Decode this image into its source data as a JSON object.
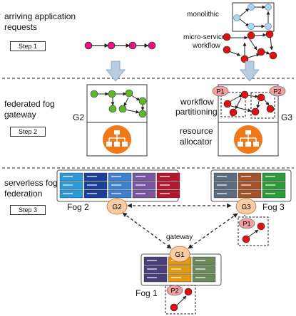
{
  "sections": {
    "s1": {
      "title": "arriving application requests",
      "title_line1": "arriving application",
      "title_line2": "requests",
      "step": "Step 1"
    },
    "s2": {
      "title_line1": "federated fog",
      "title_line2": "gateway",
      "step": "Step 2"
    },
    "s3": {
      "title_line1": "serverless fog",
      "title_line2": "federation",
      "step": "Step 3"
    }
  },
  "labels": {
    "monolithic": "monolithic",
    "micro_line1": "micro-service",
    "micro_line2": "workflow",
    "partition_line1": "workflow",
    "partition_line2": "partitioning",
    "allocator_line1": "resource",
    "allocator_line2": "allocator",
    "gateway": "gateway",
    "g2_side": "G2",
    "g3_side": "G3"
  },
  "fogs": {
    "fog1": "Fog 1",
    "fog2": "Fog 2",
    "fog3": "Fog 3"
  },
  "nodes": {
    "g1": "G1",
    "g2": "G2",
    "g3": "G3",
    "p1": "P1",
    "p2": "P2"
  },
  "colors": {
    "pink": "#e0187a",
    "red": "#e01010",
    "green": "#5cb82a",
    "lightblue": "#a9d6f2",
    "orange": "#f07818",
    "gateway": "#f9cda4",
    "partition": "#f0a0a0",
    "arrow": "#b8cce4"
  }
}
